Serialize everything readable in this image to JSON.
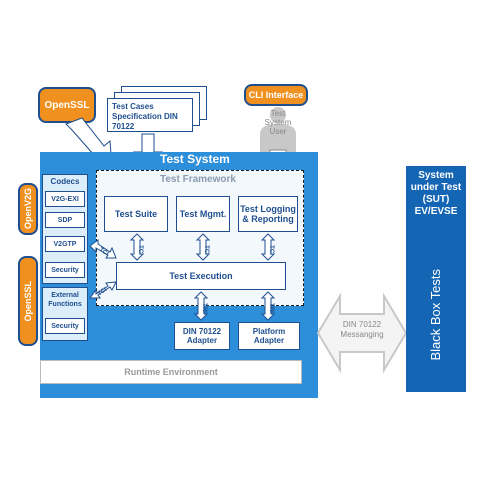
{
  "openssl_top": "OpenSSL",
  "test_cases_spec": "Test Cases Specification DIN 70122",
  "cli_interface": "CLI Interface",
  "test_system_user": "Test System User",
  "test_system": "Test System",
  "test_framework": "Test Framework",
  "codecs": {
    "title": "Codecs",
    "items": [
      "V2G-EXI",
      "SDP",
      "V2GTP",
      "Security"
    ]
  },
  "external_functions": {
    "title": "External Functions",
    "items": [
      "Security"
    ]
  },
  "openv2g": "OpenV2G",
  "openssl_side": "OpenSSL",
  "framework_boxes": [
    "Test Suite",
    "Test Mgmt.",
    "Test Logging & Reporting"
  ],
  "tci": "TCI",
  "tri": "TRI",
  "test_execution": "Test  Execution",
  "din_adapter": "DIN 70122 Adapter",
  "platform_adapter": "Platform Adapter",
  "runtime_environment": "Runtime Environment",
  "messaging": "DIN 70122 Messanging",
  "sut": "System under Test (SUT) EV/EVSE",
  "black_box": "Black Box Tests",
  "colors": {
    "system_blue": "#2d8ed9",
    "sut_blue": "#1565b5",
    "orange": "#f0901f",
    "dark_blue": "#1f4f8f"
  }
}
